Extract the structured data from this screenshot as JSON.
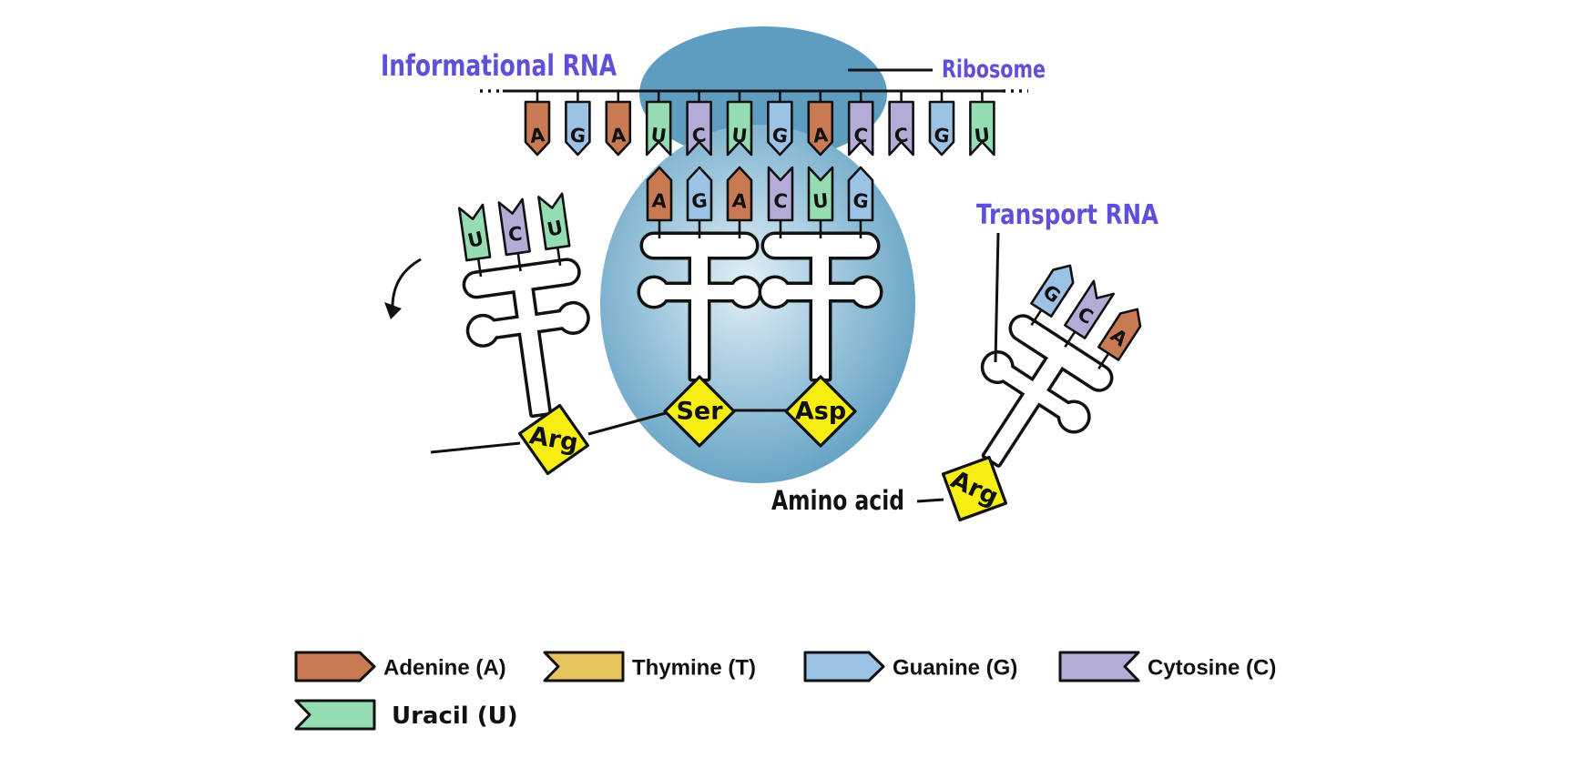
{
  "title_labels": {
    "informational_rna": "Informational RNA",
    "ribosome": "Ribosome",
    "transport_rna": "Transport RNA",
    "amino_acid": "Amino acid"
  },
  "mrna": {
    "sequence": [
      "A",
      "G",
      "A",
      "U",
      "C",
      "U",
      "G",
      "A",
      "C",
      "C",
      "G",
      "U"
    ]
  },
  "ribosome_trnas": [
    {
      "anticodon": [
        "A",
        "G",
        "A"
      ],
      "amino_acid": "Ser"
    },
    {
      "anticodon": [
        "C",
        "U",
        "G"
      ],
      "amino_acid": "Asp"
    }
  ],
  "exiting_trna": {
    "anticodon": [
      "U",
      "C",
      "U"
    ],
    "amino_acid": "Arg"
  },
  "incoming_trna": {
    "anticodon": [
      "G",
      "C",
      "A"
    ],
    "amino_acid": "Arg"
  },
  "legend": [
    {
      "label": "Adenine (A)",
      "base": "A",
      "shape": "arrow-right",
      "row": 1
    },
    {
      "label": "Thymine (T)",
      "base": "T",
      "shape": "notch-left",
      "row": 1
    },
    {
      "label": "Guanine (G)",
      "base": "G",
      "shape": "arrow-right",
      "row": 1
    },
    {
      "label": "Cytosine (C)",
      "base": "C",
      "shape": "notch-right",
      "row": 1
    },
    {
      "label": "Uracil (U)",
      "base": "U",
      "shape": "notch-left",
      "row": 2
    }
  ],
  "base_colors": {
    "A": "#c87a52",
    "T": "#e7c55c",
    "G": "#9cc2e6",
    "C": "#b5abd7",
    "U": "#95dcb2"
  },
  "colors": {
    "ribosome_edge": "#5e9dc0",
    "ribosome_center": "#ddecf4",
    "amino_acid_fill": "#f6ee12",
    "label_purple": "#5f4fdb",
    "outline": "#111111"
  }
}
